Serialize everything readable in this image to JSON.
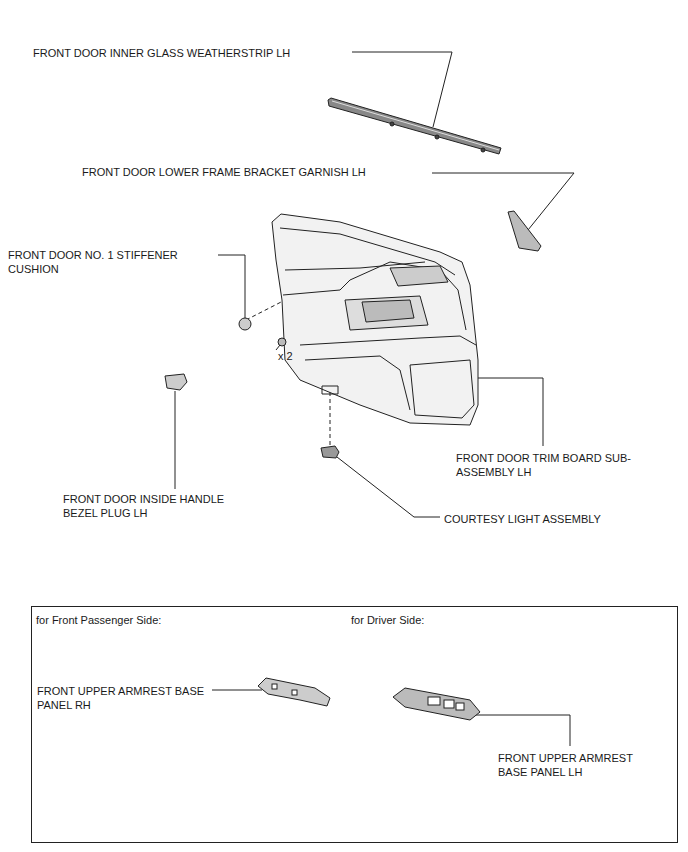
{
  "diagram": {
    "nodes": [
      {
        "text": [
          "for Front Passenger Side:",
          "for Driver Side:",
          "FRONT UPPER ARMREST BASE PANEL RH",
          "FRONT UPPER ARMREST BASE PANEL LH"
        ]
      }
    ],
    "labels": [
      "FRONT DOOR INNER GLASS WEATHERSTRIP LH",
      "FRONT DOOR LOWER FRAME BRACKET GARNISH LH",
      "FRONT DOOR NO. 1 STIFFENER CUSHION",
      "x 2",
      "FRONT DOOR TRIM BOARD SUB-ASSEMBLY LH",
      "FRONT DOOR INSIDE HANDLE BEZEL PLUG LH",
      "COURTESY LIGHT ASSEMBLY"
    ]
  }
}
